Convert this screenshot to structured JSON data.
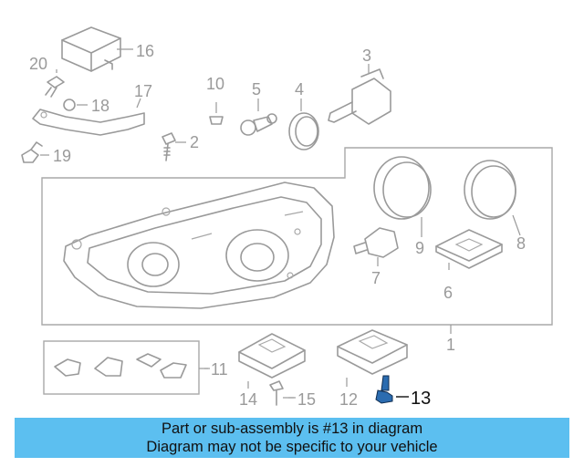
{
  "callouts": {
    "c1": "1",
    "c2": "2",
    "c3": "3",
    "c4": "4",
    "c5": "5",
    "c6": "6",
    "c7": "7",
    "c8": "8",
    "c9": "9",
    "c10": "10",
    "c11": "11",
    "c12": "12",
    "c13": "13",
    "c14": "14",
    "c15": "15",
    "c16": "16",
    "c17": "17",
    "c18": "18",
    "c19": "19",
    "c20": "20"
  },
  "highlight": {
    "part_number": "13",
    "color": "#2b6cb0"
  },
  "banner": {
    "line1": "Part or sub-assembly is #13 in diagram",
    "line2": "Diagram may not be specific to your vehicle",
    "background": "#5cbff0"
  }
}
